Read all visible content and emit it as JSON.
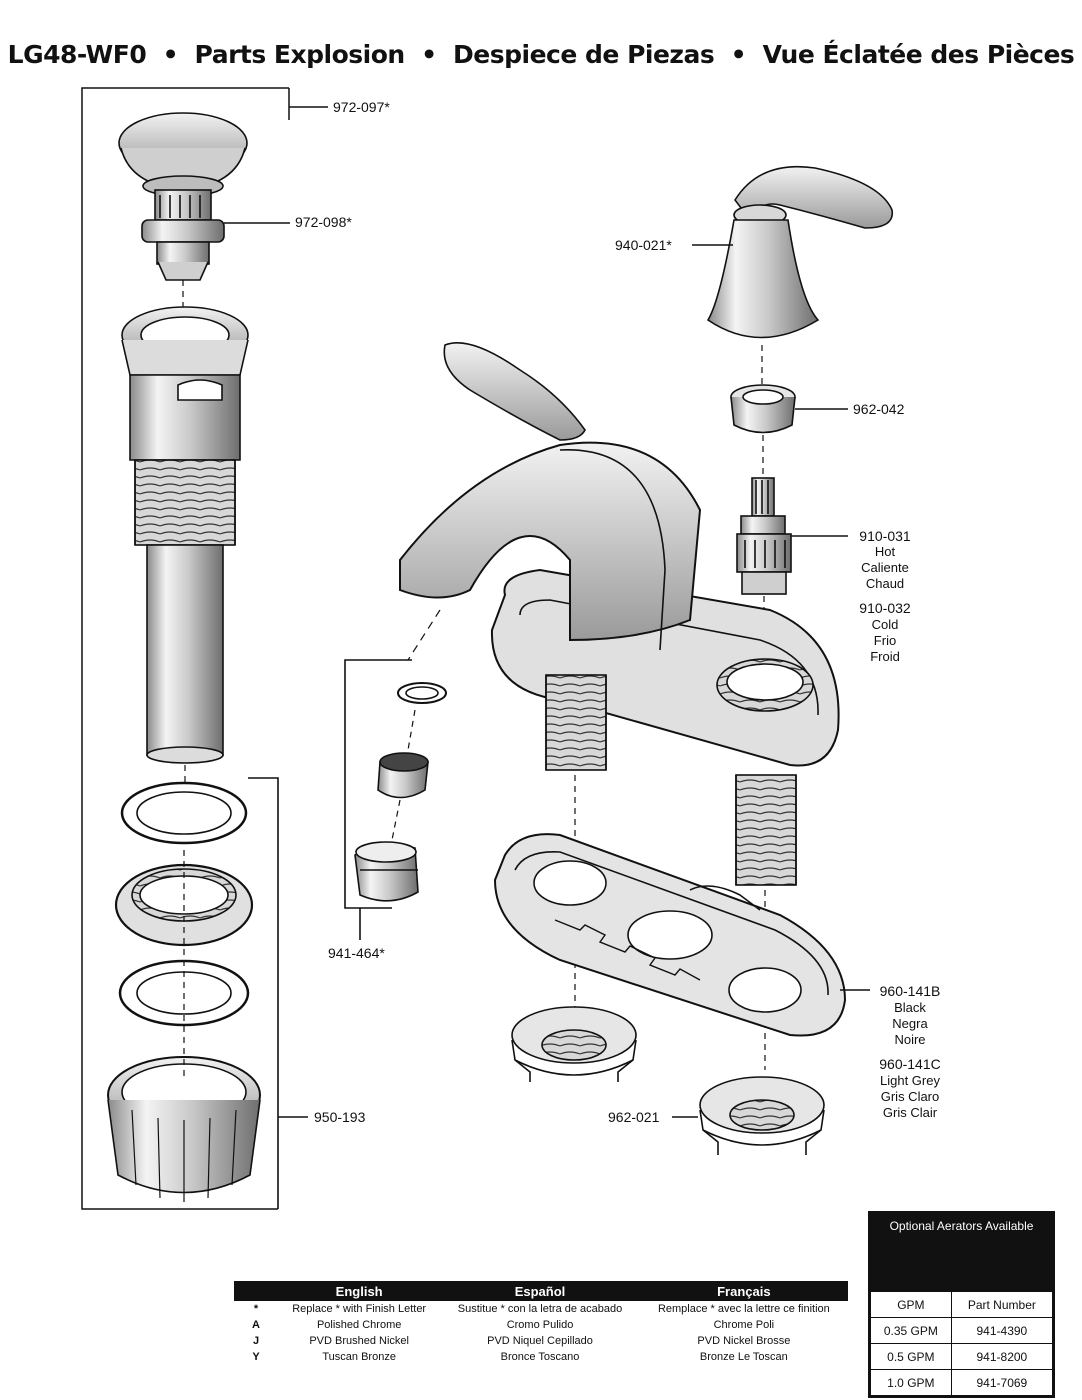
{
  "title": {
    "model": "LG48-WF0",
    "sep": "•",
    "en": "Parts Explosion",
    "es": "Despiece de Piezas",
    "fr": "Vue Éclatée des Pièces"
  },
  "labels": {
    "p972097": "972-097*",
    "p972098": "972-098*",
    "p940021": "940-021*",
    "p962042": "962-042",
    "p910031": "910-031",
    "p910031_en": "Hot",
    "p910031_es": "Caliente",
    "p910031_fr": "Chaud",
    "p910032": "910-032",
    "p910032_en": "Cold",
    "p910032_es": "Frio",
    "p910032_fr": "Froid",
    "p941464": "941-464*",
    "p960141b": "960-141B",
    "p960141b_en": "Black",
    "p960141b_es": "Negra",
    "p960141b_fr": "Noire",
    "p960141c": "960-141C",
    "p960141c_en": "Light Grey",
    "p960141c_es": "Gris Claro",
    "p960141c_fr": "Gris Clair",
    "p962021": "962-021",
    "p950193": "950-193"
  },
  "legend": {
    "headers": [
      "English",
      "Español",
      "Français"
    ],
    "rows": [
      {
        "code": "*",
        "en": "Replace * with Finish Letter",
        "es": "Sustitue * con la letra de acabado",
        "fr": "Remplace * avec la lettre ce finition"
      },
      {
        "code": "A",
        "en": "Polished Chrome",
        "es": "Cromo Pulido",
        "fr": "Chrome Poli"
      },
      {
        "code": "J",
        "en": "PVD Brushed Nickel",
        "es": "PVD Niquel Cepillado",
        "fr": "PVD Nickel Brosse"
      },
      {
        "code": "Y",
        "en": "Tuscan Bronze",
        "es": "Bronce Toscano",
        "fr": "Bronze Le Toscan"
      }
    ]
  },
  "aerators": {
    "title": "Optional Aerators Available",
    "col_gpm": "GPM",
    "col_part": "Part Number",
    "rows": [
      {
        "gpm": "0.35 GPM",
        "part": "941-4390"
      },
      {
        "gpm": "0.5 GPM",
        "part": "941-8200"
      },
      {
        "gpm": "1.0 GPM",
        "part": "941-7069"
      }
    ]
  }
}
